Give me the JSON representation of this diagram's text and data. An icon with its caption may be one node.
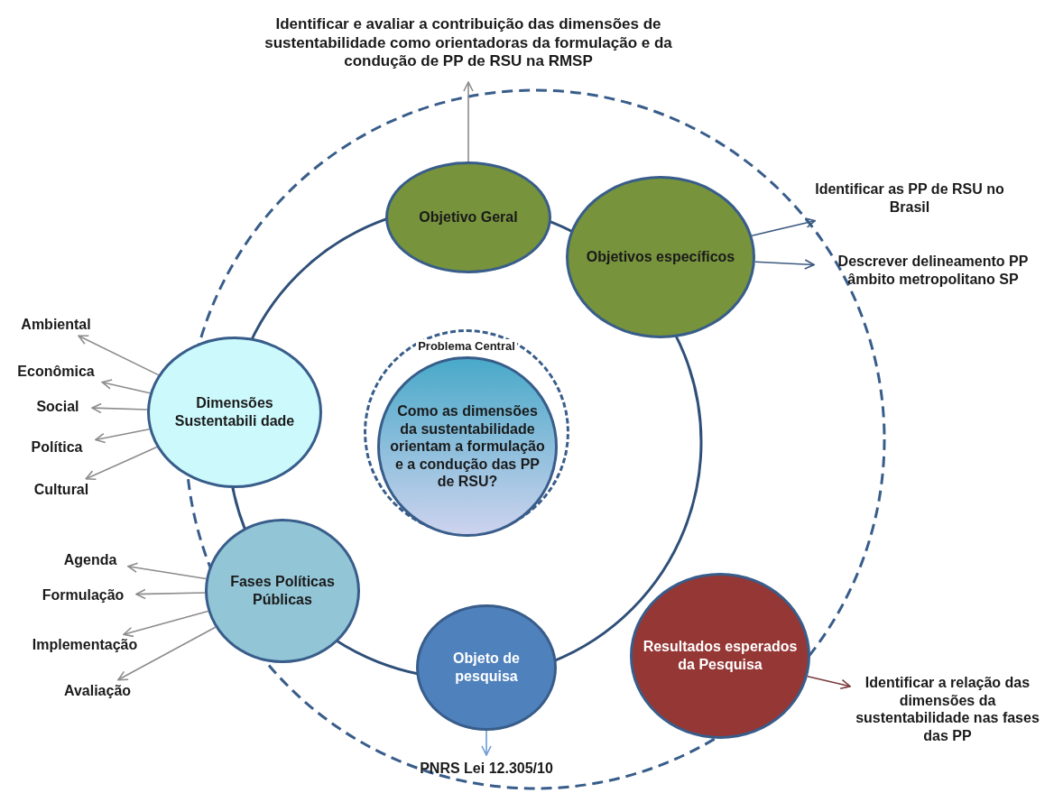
{
  "diagram": {
    "nodes": [
      {
        "text": [
          "Identificar e avaliar a contribuição das dimensões de sustentabilidade como orientadoras da formulação e da condução de PP de RSU na RMSP"
        ]
      },
      {
        "text": [
          "Objetivo Geral"
        ]
      },
      {
        "text": [
          "Objetivos específicos"
        ]
      },
      {
        "text": [
          "Identificar as PP de RSU no Brasil"
        ]
      },
      {
        "text": [
          "Descrever delineamento PP âmbito metropolitano SP"
        ]
      },
      {
        "text": [
          "Problema Central"
        ]
      },
      {
        "text": [
          "Como as dimensões da sustentabilidade orientam a formulação e a condução das PP de RSU?"
        ],
        "in": 5
      },
      {
        "text": [
          "Dimensões Sustentabili dade"
        ]
      },
      {
        "text": [
          "Ambiental"
        ]
      },
      {
        "text": [
          "Econômica"
        ]
      },
      {
        "text": [
          "Social"
        ]
      },
      {
        "text": [
          "Política"
        ]
      },
      {
        "text": [
          "Cultural"
        ]
      },
      {
        "text": [
          "Fases Políticas Públicas"
        ]
      },
      {
        "text": [
          "Agenda"
        ]
      },
      {
        "text": [
          "Formulação"
        ]
      },
      {
        "text": [
          "Implementação"
        ]
      },
      {
        "text": [
          "Avaliação"
        ]
      },
      {
        "text": [
          "Objeto de pesquisa"
        ]
      },
      {
        "text": [
          "PNRS Lei 12.305/10"
        ]
      },
      {
        "text": [
          "Resultados esperados da Pesquisa"
        ]
      },
      {
        "text": [
          "Identificar a relação das dimensões da sustentabilidade nas fases das PP"
        ]
      }
    ],
    "edges": [
      {
        "from": 1,
        "to": 0,
        "arrow": "to"
      },
      {
        "from": 2,
        "to": 3,
        "arrow": "to",
        "color": "#3c5a80"
      },
      {
        "from": 2,
        "to": 4,
        "arrow": "to",
        "color": "#3c5a80"
      },
      {
        "from": 7,
        "to": 8,
        "arrow": "to"
      },
      {
        "from": 7,
        "to": 9,
        "arrow": "to"
      },
      {
        "from": 7,
        "to": 10,
        "arrow": "to"
      },
      {
        "from": 7,
        "to": 11,
        "arrow": "to"
      },
      {
        "from": 7,
        "to": 12,
        "arrow": "to"
      },
      {
        "from": 13,
        "to": 14,
        "arrow": "to"
      },
      {
        "from": 13,
        "to": 15,
        "arrow": "to"
      },
      {
        "from": 13,
        "to": 16,
        "arrow": "to"
      },
      {
        "from": 13,
        "to": 17,
        "arrow": "to"
      },
      {
        "from": 18,
        "to": 19,
        "arrow": "to",
        "color": "#6a9ad6"
      },
      {
        "from": 20,
        "to": 21,
        "arrow": "to",
        "color": "#7a3a3a"
      }
    ]
  }
}
